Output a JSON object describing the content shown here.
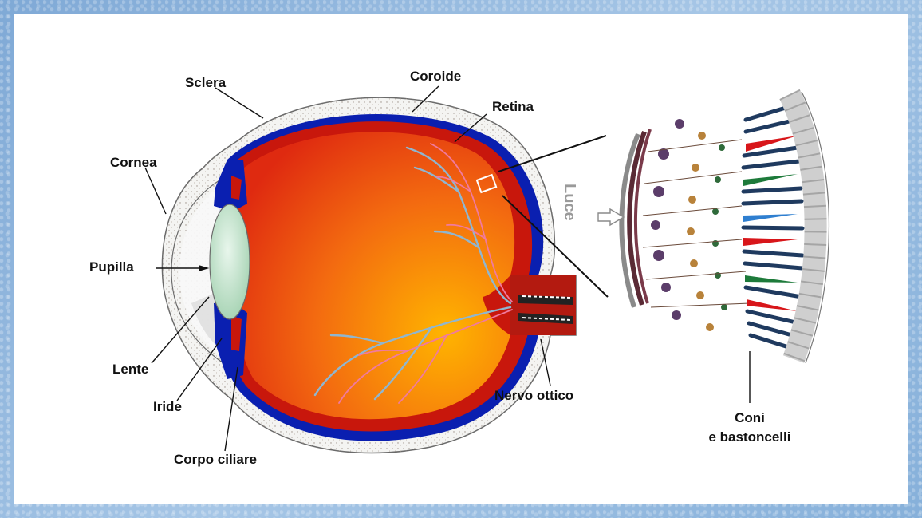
{
  "labels": {
    "sclera": "Sclera",
    "coroide": "Coroide",
    "retina": "Retina",
    "cornea": "Cornea",
    "pupilla": "Pupilla",
    "lente": "Lente",
    "iride": "Iride",
    "corpo_ciliare": "Corpo ciliare",
    "nervo_ottico": "Nervo ottico",
    "coni_line1": "Coni",
    "coni_line2": "e bastoncelli",
    "luce": "Luce"
  },
  "colors": {
    "choroid": "#0a1fb0",
    "retina": "#c8170c",
    "vitreous_light": "#ffb000",
    "vitreous_dark": "#e02a10",
    "lens": "#a7d4b2",
    "cone_red": "#d8161a",
    "cone_green": "#1d7a3a",
    "cone_blue": "#2f7fd0",
    "rod": "#1f3a5f"
  }
}
